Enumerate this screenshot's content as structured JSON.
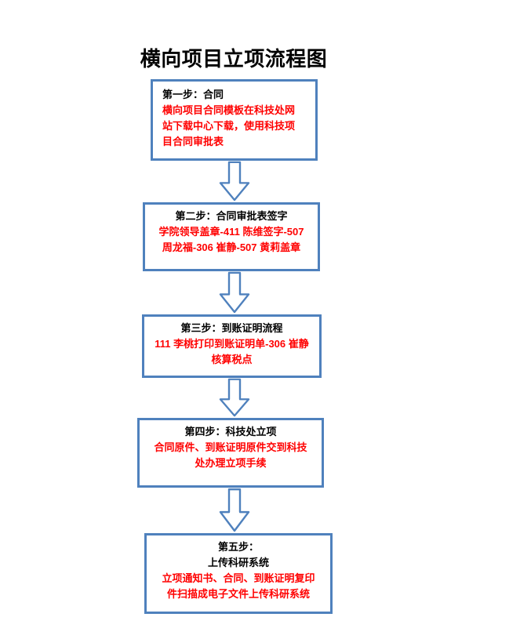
{
  "title": "横向项目立项流程图",
  "colors": {
    "box_border": "#4F81BD",
    "heading_text": "#000000",
    "body_text": "#FF0000",
    "arrow_outline": "#4F81BD",
    "arrow_fill": "#ffffff",
    "background": "#ffffff"
  },
  "flowchart": {
    "connector_icon": "down-block-arrow-icon",
    "boxes": [
      {
        "heading": "第一步：合同",
        "body": "横向项目合同模板在科技处网\n站下载中心下载，使用科技项\n目合同审批表"
      },
      {
        "heading": "第二步：合同审批表签字",
        "body": "学院领导盖章-411 陈维签字-507\n周龙福-306 崔静-507 黄莉盖章"
      },
      {
        "heading": "第三步：到账证明流程",
        "body": "111 李桃打印到账证明单-306 崔静\n核算税点"
      },
      {
        "heading": "第四步：科技处立项",
        "body": "合同原件、到账证明原件交到科技\n处办理立项手续"
      },
      {
        "heading": "第五步：\n上传科研系统",
        "body": "立项通知书、合同、到账证明复印\n件扫描成电子文件上传科研系统"
      }
    ]
  }
}
